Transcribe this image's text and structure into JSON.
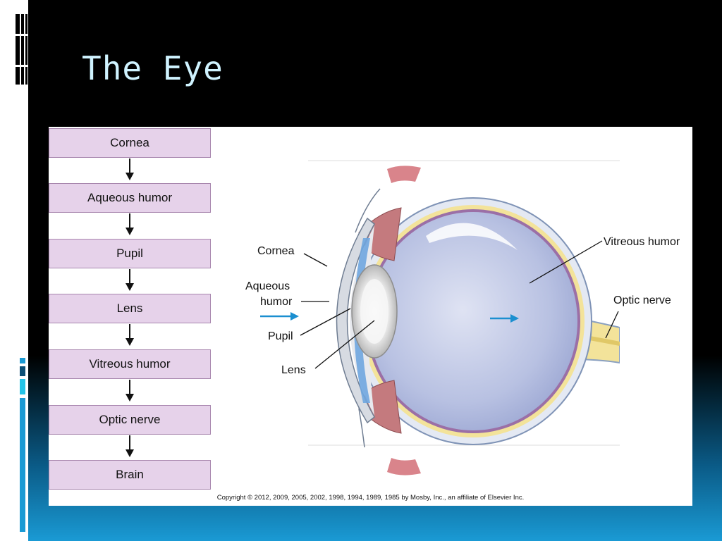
{
  "slide": {
    "title": "The Eye"
  },
  "flowchart": {
    "steps": [
      "Cornea",
      "Aqueous humor",
      "Pupil",
      "Lens",
      "Vitreous humor",
      "Optic nerve",
      "Brain"
    ]
  },
  "diagram": {
    "labels": {
      "cornea": "Cornea",
      "aqueous_line1": "Aqueous",
      "aqueous_line2": "humor",
      "pupil": "Pupil",
      "lens": "Lens",
      "vitreous": "Vitreous humor",
      "optic_nerve": "Optic nerve"
    }
  },
  "copyright": "Copyright © 2012, 2009, 2005, 2002, 1998, 1994, 1989, 1985 by Mosby, Inc., an affiliate of Elsevier Inc.",
  "colors": {
    "title": "#cff3ff",
    "flow_box_fill": "#e6d2ea",
    "flow_box_border": "#a886ae",
    "arrow_blue": "#1b8fd0",
    "retina_yellow": "#f3e39a",
    "choroid_purple": "#9b6fa6"
  }
}
